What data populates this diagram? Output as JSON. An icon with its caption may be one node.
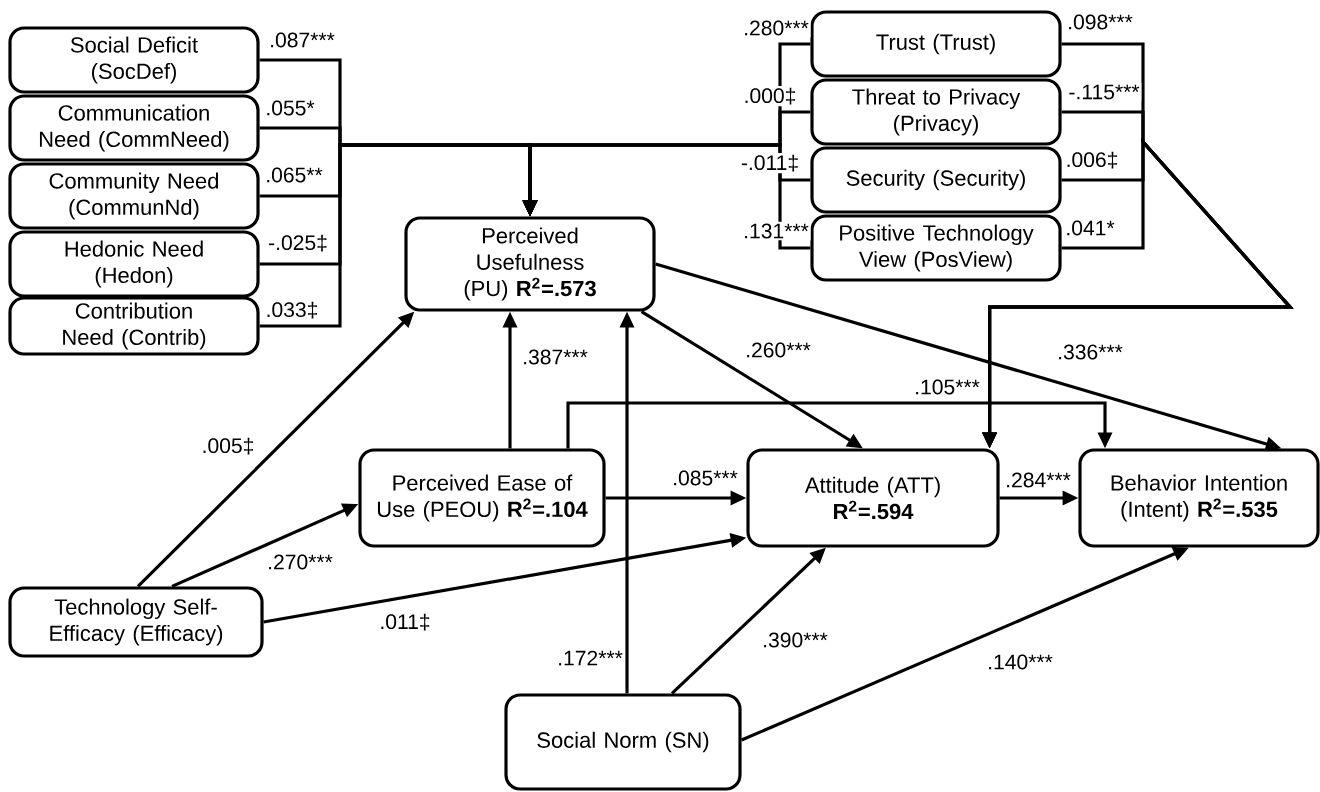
{
  "diagram": {
    "nodes": [
      {
        "text": [
          "Social Deficit (SocDef)"
        ]
      },
      {
        "text": [
          "Communication Need (CommNeed)"
        ]
      },
      {
        "text": [
          "Community Need (CommunNd)"
        ]
      },
      {
        "text": [
          "Hedonic Need (Hedon)"
        ]
      },
      {
        "text": [
          "Contribution Need (Contrib)"
        ]
      },
      {
        "text": [
          "Trust (Trust)"
        ]
      },
      {
        "text": [
          "Threat to Privacy (Privacy)"
        ]
      },
      {
        "text": [
          "Security (Security)"
        ]
      },
      {
        "text": [
          "Positive Technology View (PosView)"
        ]
      },
      {
        "text": [
          "Perceived Usefulness (PU) **R$^{2}$=.573**"
        ]
      },
      {
        "text": [
          "Perceived Ease of Use (PEOU) **R$^{2}$=.104**"
        ]
      },
      {
        "text": [
          "Attitude (ATT) **R$^{2}$=.594**"
        ]
      },
      {
        "text": [
          "Behavior Intention (Intent) **R$^{2}$=.535**"
        ]
      },
      {
        "text": [
          "Technology Self-Efficacy (Efficacy)"
        ]
      },
      {
        "text": [
          "Social Norm (SN)"
        ]
      }
    ],
    "edges": [
      {
        "from": 0,
        "to": 9,
        "arrow": "to",
        "label": ".087***"
      },
      {
        "from": 1,
        "to": 9,
        "arrow": "to",
        "label": ".055*"
      },
      {
        "from": 2,
        "to": 9,
        "arrow": "to",
        "label": ".065**"
      },
      {
        "from": 3,
        "to": 9,
        "arrow": "to",
        "label": "-.025‡"
      },
      {
        "from": 4,
        "to": 9,
        "arrow": "to",
        "label": ".033‡"
      },
      {
        "from": 5,
        "to": 9,
        "arrow": "to",
        "label": ".280***"
      },
      {
        "from": 6,
        "to": 9,
        "arrow": "to",
        "label": ".000‡"
      },
      {
        "from": 7,
        "to": 9,
        "arrow": "to",
        "label": "-.011‡"
      },
      {
        "from": 8,
        "to": 9,
        "arrow": "to",
        "label": ".131***"
      },
      {
        "from": 5,
        "to": 11,
        "arrow": "to",
        "label": ".098***"
      },
      {
        "from": 6,
        "to": 11,
        "arrow": "to",
        "label": "-.115***"
      },
      {
        "from": 7,
        "to": 11,
        "arrow": "to",
        "label": ".006‡"
      },
      {
        "from": 8,
        "to": 11,
        "arrow": "to",
        "label": ".041*"
      },
      {
        "from": 13,
        "to": 9,
        "arrow": "to",
        "label": ".005‡"
      },
      {
        "from": 13,
        "to": 10,
        "arrow": "to",
        "label": ".270***"
      },
      {
        "from": 13,
        "to": 11,
        "arrow": "to",
        "label": ".011‡"
      },
      {
        "from": 10,
        "to": 9,
        "arrow": "to",
        "label": ".387***"
      },
      {
        "from": 10,
        "to": 11,
        "arrow": "to",
        "label": ".085***"
      },
      {
        "from": 10,
        "to": 12,
        "arrow": "to",
        "label": ".105***"
      },
      {
        "from": 9,
        "to": 11,
        "arrow": "to",
        "label": ".260***"
      },
      {
        "from": 9,
        "to": 12,
        "arrow": "to",
        "label": ".336***"
      },
      {
        "from": 11,
        "to": 12,
        "arrow": "to",
        "label": ".284***"
      },
      {
        "from": 14,
        "to": 9,
        "arrow": "to",
        "label": ".172***"
      },
      {
        "from": 14,
        "to": 11,
        "arrow": "to",
        "label": ".390***"
      },
      {
        "from": 14,
        "to": 12,
        "arrow": "to",
        "label": ".140***"
      }
    ]
  }
}
